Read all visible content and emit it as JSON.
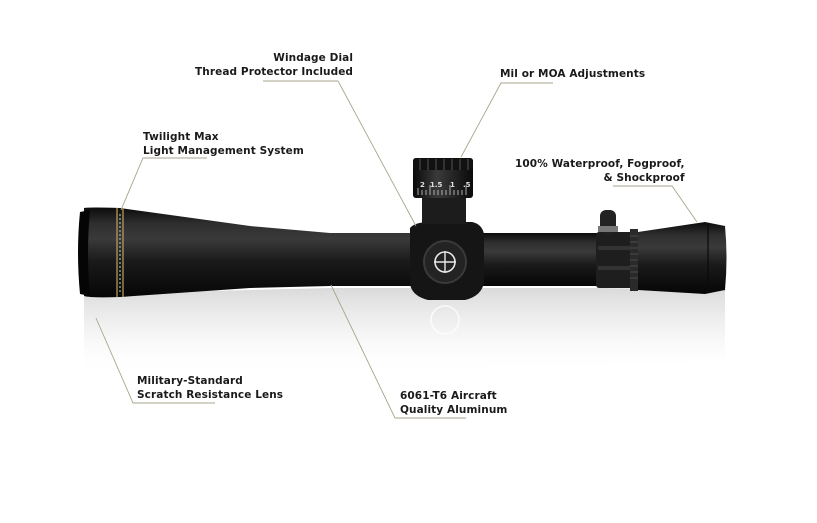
{
  "diagram": {
    "subject": "Riflescope",
    "background_color": "#ffffff",
    "leader_line_color": "#a9a58c",
    "scope_body_color": "#151515",
    "accent_ring_color": "#b89a4a",
    "turret_markings": [
      "2",
      "1.5",
      "1",
      ".5"
    ],
    "callouts": [
      {
        "id": "windage",
        "lines": [
          "Windage Dial",
          "Thread Protector Included"
        ]
      },
      {
        "id": "adjustments",
        "lines": [
          "Mil or MOA Adjustments"
        ]
      },
      {
        "id": "twilight",
        "lines": [
          "Twilight Max",
          "Light Management System"
        ]
      },
      {
        "id": "waterproof",
        "lines": [
          "100% Waterproof, Fogproof,",
          "& Shockproof"
        ]
      },
      {
        "id": "lens",
        "lines": [
          "Military-Standard",
          "Scratch Resistance Lens"
        ]
      },
      {
        "id": "aluminum",
        "lines": [
          "6061-T6 Aircraft",
          "Quality Aluminum"
        ]
      }
    ]
  }
}
